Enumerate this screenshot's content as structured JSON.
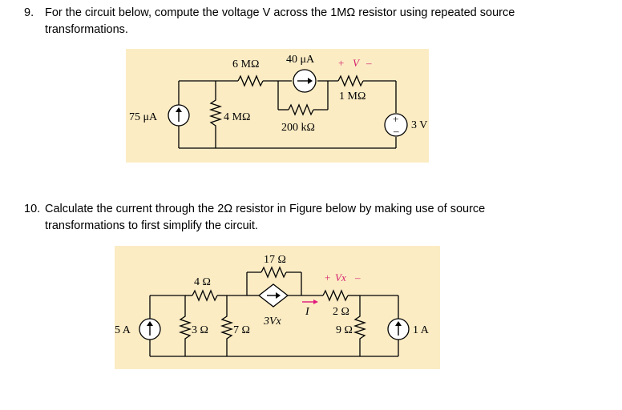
{
  "q9": {
    "number": "9.",
    "line1": "For the circuit below, compute the voltage V across the 1MΩ resistor using repeated source",
    "line2": "transformations.",
    "figure": {
      "r1": "6 MΩ",
      "cs_series": "40 μA",
      "v_plus": "+",
      "v_label": "V",
      "v_minus": "–",
      "r2": "1 MΩ",
      "cs_left": "75 μA",
      "r3": "4 MΩ",
      "r4": "200 kΩ",
      "vs": "3 V",
      "vs_plus": "+",
      "vs_minus": "–"
    }
  },
  "q10": {
    "number": "10.",
    "line1": "Calculate the current through the 2Ω resistor in Figure below by making use of source",
    "line2": "transformations to first simplify the circuit.",
    "figure": {
      "r_top": "17 Ω",
      "r_4": "4 Ω",
      "vx_plus": "+",
      "vx_label": "Vx",
      "vx_minus": "–",
      "cs_left": "5 A",
      "r_3": "3 Ω",
      "r_7": "7 Ω",
      "dep_label": "3Vx",
      "current_label": "I",
      "r_2": "2 Ω",
      "r_9": "9 Ω",
      "cs_right": "1 A"
    }
  },
  "colors": {
    "panel": "#fbecc4",
    "arrow": "#e0197e"
  }
}
